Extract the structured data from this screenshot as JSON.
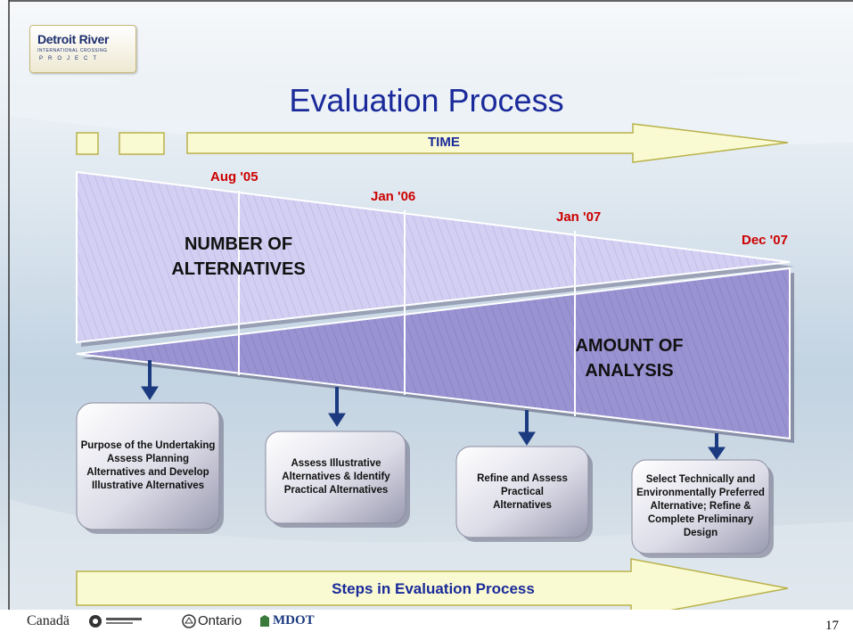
{
  "logo": {
    "line1": "Detroit River",
    "line2": "INTERNATIONAL CROSSING",
    "line3": "PROJECT"
  },
  "title": "Evaluation Process",
  "time_label": "TIME",
  "dates": [
    "Aug '05",
    "Jan '06",
    "Jan '07",
    "Dec '07"
  ],
  "regions": {
    "alternatives": "NUMBER OF ALTERNATIVES",
    "analysis": "AMOUNT OF ANALYSIS"
  },
  "steps": [
    "Purpose of the Undertaking Assess Planning Alternatives and Develop Illustrative Alternatives",
    "Assess Illustrative Alternatives & Identify Practical Alternatives",
    "Refine and Assess Practical Alternatives",
    "Select Technically and Environmentally Preferred Alternative; Refine & Complete Preliminary Design"
  ],
  "steps_label": "Steps in Evaluation Process",
  "sponsors": {
    "canada": "Canadä",
    "ontario": "Ontario",
    "mdot": "MDOT"
  },
  "page_number": "17",
  "colors": {
    "title": "#1a2a9a",
    "date": "#cc0000",
    "arrow_fill": "#fafad2",
    "arrow_stroke": "#b8b24a",
    "upper_wedge": "#c8c4ef",
    "lower_wedge": "#8e86c8"
  }
}
